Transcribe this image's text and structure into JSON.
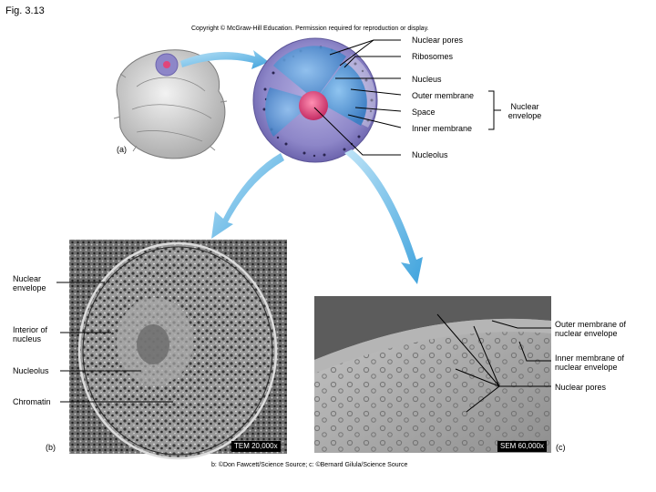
{
  "header": {
    "figure": "Fig. 3.13",
    "copyright": "Copyright © McGraw-Hill Education. Permission required for reproduction or display."
  },
  "labels_a": {
    "nuclear_pores": "Nuclear pores",
    "ribosomes": "Ribosomes",
    "nucleus": "Nucleus",
    "outer_membrane": "Outer membrane",
    "space": "Space",
    "inner_membrane": "Inner membrane",
    "nuclear_envelope": "Nuclear envelope",
    "nucleolus": "Nucleolus",
    "panel": "(a)"
  },
  "labels_b": {
    "nuclear_envelope": "Nuclear envelope",
    "interior": "Interior of nucleus",
    "nucleolus": "Nucleolus",
    "chromatin": "Chromatin",
    "panel": "(b)",
    "magnification": "TEM 20,000x"
  },
  "labels_c": {
    "outer_membrane": "Outer membrane of nuclear envelope",
    "inner_membrane": "Inner membrane of nuclear envelope",
    "nuclear_pores": "Nuclear pores",
    "panel": "(c)",
    "magnification": "SEM 60,000x"
  },
  "credit": "b: ©Don Fawcett/Science Source; c: ©Bernard Gilula/Science Source",
  "colors": {
    "nucleus_purple": "#8d86c8",
    "nucleolus_pink": "#e0457b",
    "arrow_blue": "#59b7e6",
    "interior_blue": "#4f8fd0"
  }
}
